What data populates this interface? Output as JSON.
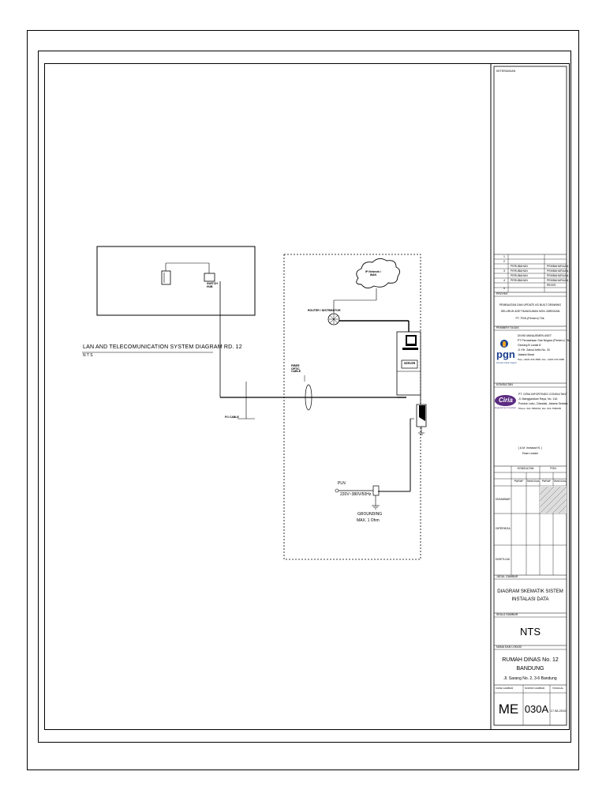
{
  "drawing": {
    "title": "LAN AND TELECOMUNICATION SYSTEM DIAGRAM RD. 12",
    "scale_note": "N T S"
  },
  "labels": {
    "switch_hub": "SWITCH HUB",
    "ip_network": "IP Network / WAN",
    "router": "ROUTER / DISTRIBUTOR",
    "fiber_optic": "FIBER OPTIC CABLE",
    "server": "SERVER",
    "fo_cable": "FO CABLE",
    "pln": "PLN",
    "voltage": "220V~380V/50Hz",
    "grounding": "GROUNDING",
    "grounding_max": "MAX. 1 Ohm"
  },
  "title_block": {
    "keterangan": "KETERANGAN",
    "revisions": [
      {
        "no": "1",
        "desc": "PERUBAHAN",
        "date": "PEMBAHARUAN"
      },
      {
        "no": "2",
        "desc": "PERUBAHAN",
        "date": "PEMBAHARUAN"
      },
      {
        "no": "3",
        "desc": "PERUBAHAN",
        "date": "PEMBAHARUAN"
      },
      {
        "no": "4",
        "desc": "PERUBAHAN",
        "date": "PEMBAHARUAN"
      },
      {
        "no": "5",
        "desc": "",
        "date": "REVISI"
      }
    ],
    "proyek_label": "PROYEK",
    "proyek_text": [
      "PEMBUATAN DAN UPDATE AS BUILT DRAWING",
      "SELURUH ASET BANGUNAN NON JARINGAN",
      "PT. PGN (Persero) Tbk."
    ],
    "pemberi_tugas_label": "PEMBERI TUGAS",
    "pemberi_tugas_text": [
      "DIVISI MANAJEMEN ASET",
      "PT Perusahaan Gas Negara (Persero) Tbk.",
      "Gedung B Lantai 8",
      "Jl. KH. Zainul Arifin No. 20",
      "Jakarta Barat",
      "Telp. +6221 633 4838, Fax. +6221 633 3080"
    ],
    "pgn_logo": "pgn",
    "pgn_tagline": "energi untuk negeri",
    "konsultan_label": "KONSULTAN",
    "konsultan_text": [
      "PT. CIRIA INFORTINDO CONSULTANT",
      "Jl. Manggarakan Raya, No. 11A",
      "Pondok Labu, Cilandak, Jakarta Selatan",
      "Phone. 021-7660204, Fax. 021-7660205"
    ],
    "ciria_logo": "Ciria",
    "ciria_tagline": "Engineering Consultant",
    "signer_name": "( A.M. Indrasari N. )",
    "signer_role": "Team Leader",
    "approval_headers": [
      "KONSULTAN",
      "PGN"
    ],
    "approval_subheaders": [
      "PARAF",
      "TANGGAL",
      "PARAF",
      "TANGGAL"
    ],
    "approval_rows": [
      "DIGAMBAR",
      "DIPERIKSA",
      "DISETUJUI"
    ],
    "judul_label": "JUDUL GAMBAR",
    "judul_text": [
      "DIAGRAM SKEMATIK SISTEM",
      "INSTALASI DATA"
    ],
    "skala_label": "SKALA GAMBAR",
    "skala_value": "NTS",
    "lokasi_label": "NAMA DAN LOKASI",
    "lokasi_name": "RUMAH DINAS No. 12",
    "lokasi_city": "BANDUNG",
    "lokasi_address": "Jl. Sarang No. 2, 3-6 Bandung",
    "kode_labels": [
      "KODE GAMBAR",
      "NOMOR GAMBAR",
      "TANGGAL"
    ],
    "kode_value": "ME",
    "nomor_value": "030A",
    "tanggal_value": "17.08.2010"
  }
}
